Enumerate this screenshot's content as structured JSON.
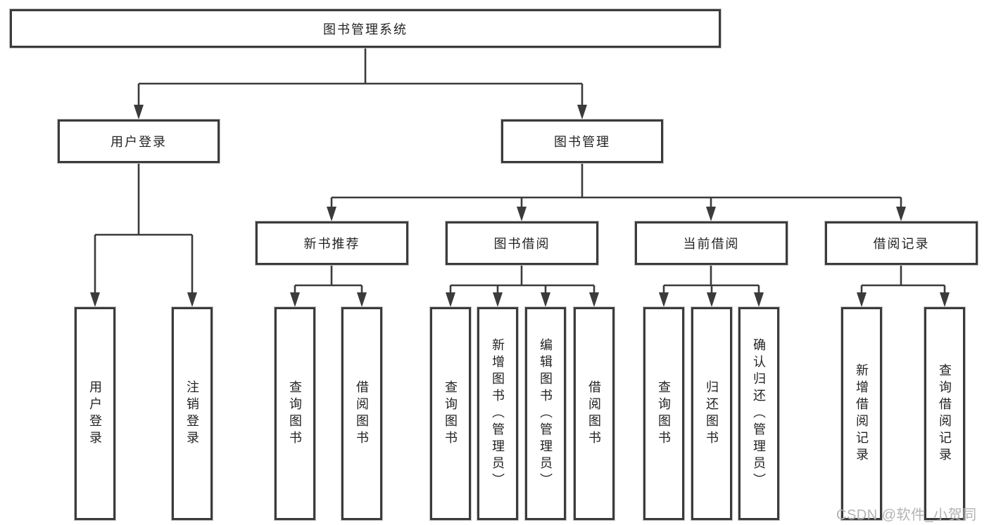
{
  "diagram": {
    "type": "hierarchy-tree",
    "root": {
      "label": "图书管理系统"
    },
    "level2": [
      {
        "label": "用户登录"
      },
      {
        "label": "图书管理"
      }
    ],
    "level3": [
      {
        "label": "新书推荐",
        "parent": "图书管理"
      },
      {
        "label": "图书借阅",
        "parent": "图书管理"
      },
      {
        "label": "当前借阅",
        "parent": "图书管理"
      },
      {
        "label": "借阅记录",
        "parent": "图书管理"
      }
    ],
    "leaves": [
      {
        "label": "用户登录",
        "parent": "用户登录"
      },
      {
        "label": "注销登录",
        "parent": "用户登录"
      },
      {
        "label": "查询图书",
        "parent": "新书推荐"
      },
      {
        "label": "借阅图书",
        "parent": "新书推荐"
      },
      {
        "label": "查询图书",
        "parent": "图书借阅"
      },
      {
        "label": "新增图书（管理员）",
        "parent": "图书借阅"
      },
      {
        "label": "编辑图书（管理员）",
        "parent": "图书借阅"
      },
      {
        "label": "借阅图书",
        "parent": "图书借阅"
      },
      {
        "label": "查询图书",
        "parent": "当前借阅"
      },
      {
        "label": "归还图书",
        "parent": "当前借阅"
      },
      {
        "label": "确认归还（管理员）",
        "parent": "当前借阅"
      },
      {
        "label": "新增借阅记录",
        "parent": "借阅记录"
      },
      {
        "label": "查询借阅记录",
        "parent": "借阅记录"
      }
    ],
    "colors": {
      "line": "#3b3b3b",
      "box_border": "#3b3b3b",
      "text": "#232323",
      "background": "#ffffff",
      "watermark": "#b3b3b3"
    }
  },
  "watermark": {
    "text": "CSDN @软件_小贺同学"
  }
}
